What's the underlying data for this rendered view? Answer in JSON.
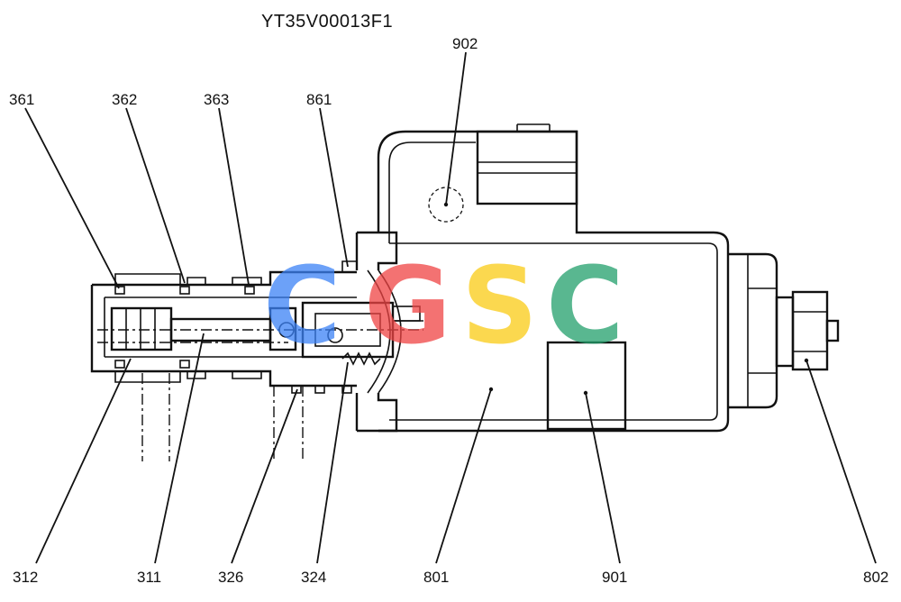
{
  "diagram": {
    "title": "YT35V00013F1",
    "watermark": {
      "letters": [
        "C",
        "G",
        "S",
        "C"
      ],
      "colors": [
        "#3b82f6",
        "#ef4444",
        "#facc15",
        "#22a06b"
      ]
    },
    "labels": [
      {
        "id": "361",
        "text": "361"
      },
      {
        "id": "362",
        "text": "362"
      },
      {
        "id": "363",
        "text": "363"
      },
      {
        "id": "861",
        "text": "861"
      },
      {
        "id": "902",
        "text": "902"
      },
      {
        "id": "312",
        "text": "312"
      },
      {
        "id": "311",
        "text": "311"
      },
      {
        "id": "326",
        "text": "326"
      },
      {
        "id": "324",
        "text": "324"
      },
      {
        "id": "801",
        "text": "801"
      },
      {
        "id": "901",
        "text": "901"
      },
      {
        "id": "802",
        "text": "802"
      }
    ]
  }
}
